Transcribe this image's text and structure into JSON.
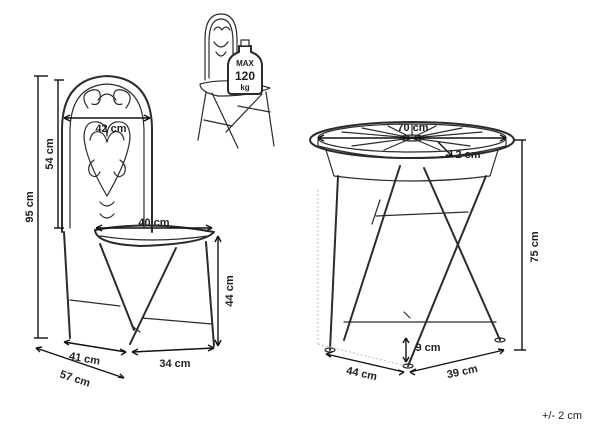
{
  "chair": {
    "back_width": "42 cm",
    "back_height": "54 cm",
    "total_height": "95 cm",
    "seat_width": "40 cm",
    "seat_height": "44 cm",
    "depth_top": "41 cm",
    "depth_bottom": "57 cm",
    "front_width": "34 cm"
  },
  "table": {
    "diameter": "70 cm",
    "top_thickness": "2 cm",
    "height": "75 cm",
    "base_depth": "44 cm",
    "base_width": "39 cm",
    "foot_height": "9 cm"
  },
  "max_load": {
    "line1": "MAX",
    "line2": "120",
    "line3": "kg"
  },
  "tolerance": "+/- 2 cm"
}
